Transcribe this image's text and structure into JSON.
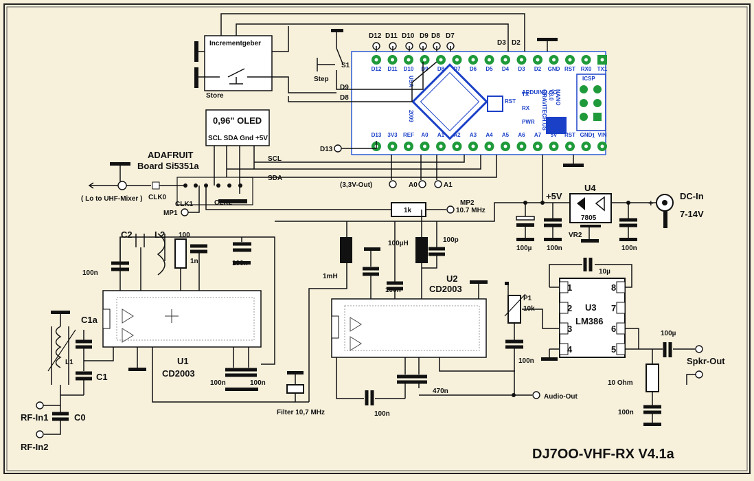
{
  "title": "DJ7OO-VHF-RX V4.1a",
  "labels": {
    "encoder": "Incrementgeber",
    "store": "Store",
    "s1": "S1",
    "step": "Step",
    "oled": "0,96\" OLED",
    "oled_pins": "SCL SDA Gnd +5V",
    "adafruit": "ADAFRUIT",
    "board": "Board Si5351a",
    "scl": "SCL",
    "sda": "SDA",
    "lo": "( Lo to UHF-Mixer )",
    "clk0": "CLK0",
    "clk1": "CLK1",
    "clk2": "CLK2",
    "mp1": "MP1",
    "mp2": "MP2",
    "mp2_freq": "10.7 MHz",
    "r1k": "1k",
    "c2": "C2",
    "l2": "L2",
    "r100": "100",
    "c1n": "1n",
    "c100n": "100n",
    "l1": "L1",
    "c1a": "C1a",
    "c1": "C1",
    "c0": "C0",
    "rf_in1": "RF-In1",
    "rf_in2": "RF-In2",
    "u1": "U1",
    "u1_part": "CD2003",
    "u2": "U2",
    "u2_part": "CD2003",
    "l_1mh": "1mH",
    "l_100uh": "100µH",
    "c_100p": "100p",
    "c_470n": "470n",
    "filter": "Filter 10,7 MHz",
    "audio_out": "Audio-Out",
    "u3": "U3",
    "u3_part": "LM386",
    "u4": "U4",
    "u4_part": "7805",
    "vr2": "VR2",
    "plus5": "+5V",
    "dc_in": "DC-In",
    "dc_range": "7-14V",
    "plus": "+",
    "c_100u": "100µ",
    "c_10u": "10µ",
    "p1": "P1",
    "p1_val": "10k",
    "r_10ohm": "10 Ohm",
    "spkr": "Spkr-Out",
    "v33": "(3,3V-Out)",
    "a0": "A0",
    "a1": "A1",
    "d13": "D13",
    "d3": "D3",
    "d2": "D2",
    "d8": "D8",
    "d9": "D9",
    "d12": "D12",
    "d11": "D11",
    "d10": "D10",
    "d9t": "D9",
    "d8t": "D8",
    "d7": "D7",
    "u3_pins": [
      "1",
      "2",
      "3",
      "4",
      "8",
      "7",
      "6",
      "5"
    ]
  },
  "arduino": {
    "top_pins": [
      "D12",
      "D11",
      "D10",
      "D9",
      "D8",
      "D7",
      "D6",
      "D5",
      "D4",
      "D3",
      "D2",
      "GND",
      "RST",
      "RX0",
      "TX1"
    ],
    "bottom_pins": [
      "D13",
      "3V3",
      "REF",
      "A0",
      "A1",
      "A2",
      "A3",
      "A4",
      "A5",
      "A6",
      "A7",
      "5V",
      "RST",
      "GND",
      "VIN"
    ],
    "board_text": [
      "ARDUINO.CC",
      "NANO",
      "V3.0",
      "GRAVITECH.US"
    ],
    "usa": "USA",
    "year": "2009",
    "icsp": "ICSP",
    "one": "1",
    "tx": "TX",
    "rx": "RX",
    "pwr": "PWR",
    "rst": "RST"
  },
  "colors": {
    "background": "#f7f1dc",
    "board": "#ffffff",
    "pad": "#1f9a3a",
    "silk": "#1b40c8",
    "line": "#111111"
  }
}
